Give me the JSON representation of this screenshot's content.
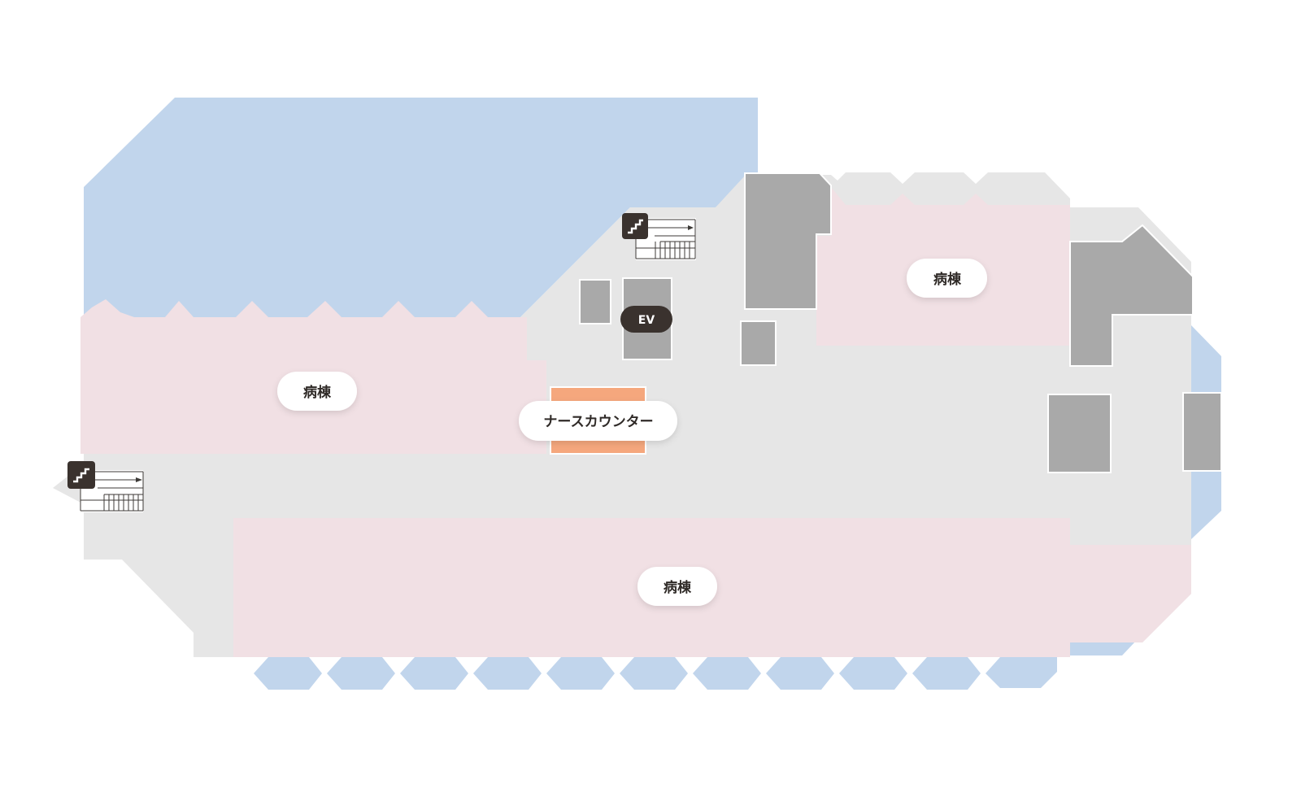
{
  "colors": {
    "background": "#ffffff",
    "corridor": "#e6e6e6",
    "ward": "#f1e0e4",
    "outdoor": "#c1d5ec",
    "facility": "#a9a9a9",
    "nurse_counter": "#f5a77d",
    "label_background": "#ffffff",
    "label_text": "#2f2a27",
    "ev_badge": "#3a322e",
    "stair_badge": "#3a322e"
  },
  "labels": {
    "ward_left": "病棟",
    "ward_top_right": "病棟",
    "ward_bottom": "病棟",
    "nurse_counter": "ナースカウンター",
    "elevator": "EV"
  },
  "icons": {
    "stairs_top": "stairs-icon",
    "stairs_left": "stairs-icon"
  }
}
